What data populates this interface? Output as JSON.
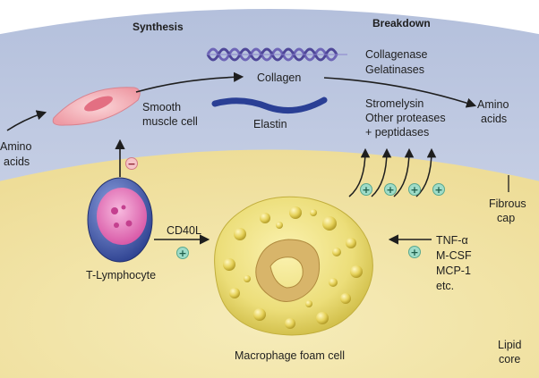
{
  "headers": {
    "synthesis": "Synthesis",
    "breakdown": "Breakdown"
  },
  "labels": {
    "amino_acids_left": [
      "Amino",
      "acids"
    ],
    "smooth_muscle_cell": [
      "Smooth",
      "muscle cell"
    ],
    "collagen": "Collagen",
    "elastin": "Elastin",
    "proteases_top": [
      "Collagenase",
      "Gelatinases"
    ],
    "proteases_mid": [
      "Stromelysin",
      "Other proteases",
      "+ peptidases"
    ],
    "amino_acids_right": [
      "Amino",
      "acids"
    ],
    "fibrous_cap": [
      "Fibrous",
      "cap"
    ],
    "lipid_core": [
      "Lipid",
      "core"
    ],
    "cd40l": "CD40L",
    "t_lymphocyte": "T-Lymphocyte",
    "macrophage": "Macrophage foam cell",
    "cytokines": [
      "TNF-α",
      "M-CSF",
      "MCP-1",
      "etc."
    ]
  },
  "signs": {
    "minus": "−",
    "plus": "+"
  },
  "colors": {
    "cap": "#c9d1e6",
    "core": "#f1e6ae",
    "collagen": "#6d64b6",
    "elastin": "#2a3f95",
    "muscle_cell": "#f3b4bb",
    "lymphocyte": "#4a63b4",
    "macrophage": "#e4d45a",
    "plus_badge": "#9fdcc8",
    "minus_badge": "#f6c4c8"
  }
}
